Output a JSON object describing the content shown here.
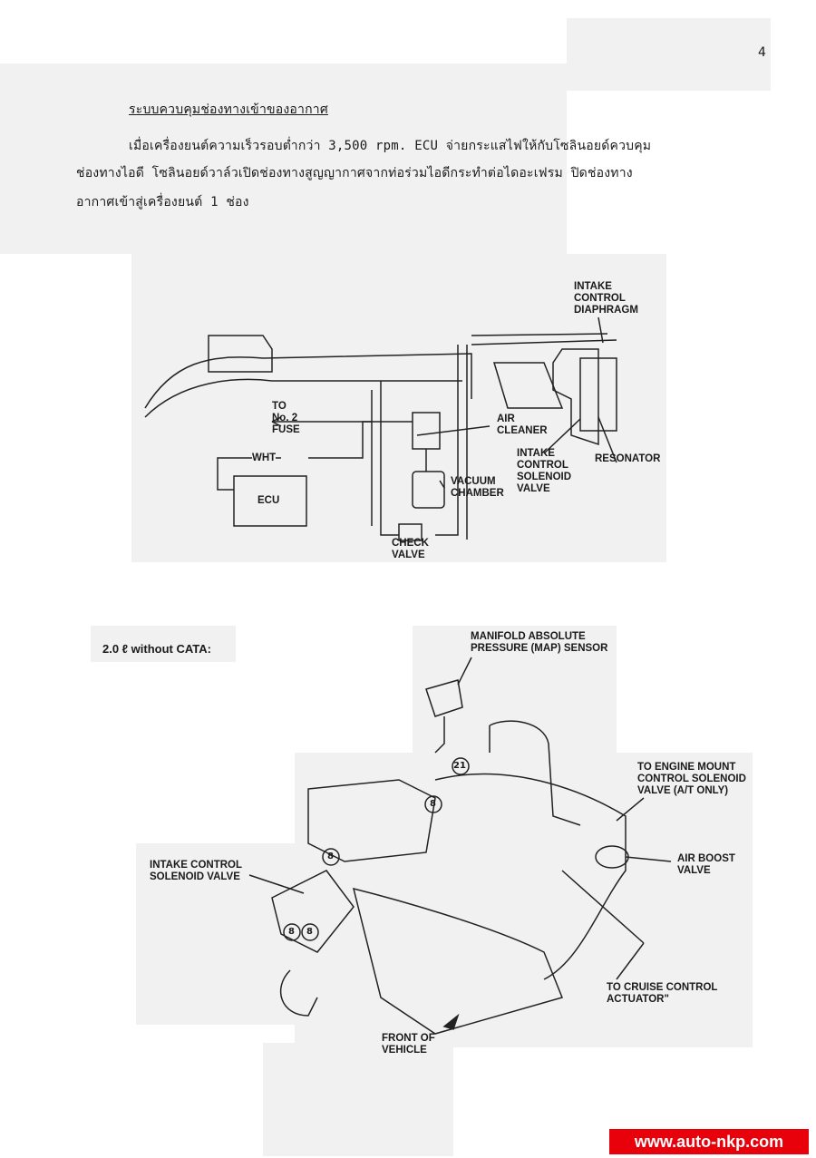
{
  "page_number": "4",
  "heading": "ระบบควบคุมช่องทางเข้าของอากาศ",
  "paragraph": [
    "เมื่อเครื่องยนต์ความเร็วรอบต่ำกว่า 3,500 rpm.  ECU จ่ายกระแสไฟให้กับโซลินอยด์ควบคุม",
    "ช่องทางไอดี โซลินอยด์วาล์วเปิดช่องทางสูญญากาศจากท่อร่วมไอดีกระทำต่อไดอะเฟรม ปิดช่องทาง",
    "อากาศเข้าสู่เครื่องยนต์ 1 ช่อง"
  ],
  "diagram1": {
    "intake_control_diaphragm": "INTAKE\nCONTROL\nDIAPHRAGM",
    "to_fuse": "TO\nNo. 2\nFUSE",
    "air_cleaner": "AIR\nCLEANER",
    "resonator": "RESONATOR",
    "wht": "WHT",
    "ecu": "ECU",
    "solenoid_valve": "INTAKE\nCONTROL\nSOLENOID\nVALVE",
    "vacuum_chamber": "VACUUM\nCHAMBER",
    "check_valve": "CHECK\nVALVE"
  },
  "diagram2": {
    "caption": "2.0 ℓ without CATA:",
    "map_sensor": "MANIFOLD ABSOLUTE\nPRESSURE (MAP) SENSOR",
    "engine_mount": "TO ENGINE MOUNT\nCONTROL SOLENOID\nVALVE (A/T ONLY)",
    "air_boost": "AIR BOOST\nVALVE",
    "intake_solenoid": "INTAKE CONTROL\nSOLENOID VALVE",
    "cruise": "TO CRUISE CONTROL\nACTUATOR\"",
    "front": "FRONT OF\nVEHICLE",
    "hose_numbers": [
      "21",
      "8",
      "8",
      "8",
      "8"
    ]
  },
  "watermark": "www.auto-nkp.com"
}
